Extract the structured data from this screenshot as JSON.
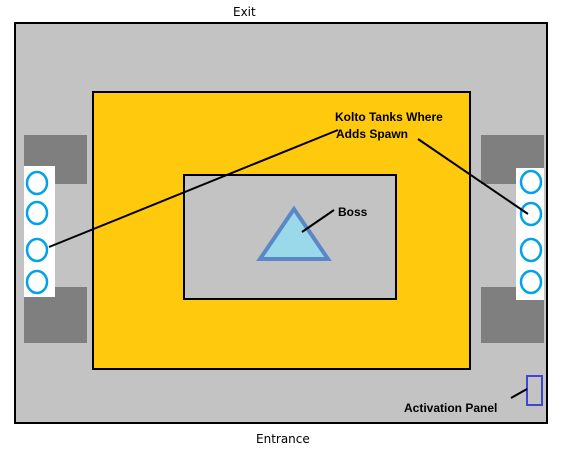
{
  "labels": {
    "exit": "Exit",
    "entrance": "Entrance",
    "kolto_line1": "Kolto Tanks Where",
    "kolto_line2": "Adds Spawn",
    "boss": "Boss",
    "activation_panel": "Activation Panel"
  },
  "colors": {
    "room_floor": "#c3c3c3",
    "outer_border": "#000000",
    "yellow_zone": "#ffc90e",
    "inner_platform": "#c3c3c3",
    "pillar": "#7f7f7f",
    "kolto_tank": "#00a2e8",
    "boss_fill": "#99d9ea",
    "boss_stroke": "#5b87c7",
    "activation_panel": "#3f48cc"
  },
  "icons": {
    "boss": "triangle",
    "kolto_tank": "circle",
    "activation_panel": "rectangle",
    "pillar": "l-shaped-block"
  }
}
